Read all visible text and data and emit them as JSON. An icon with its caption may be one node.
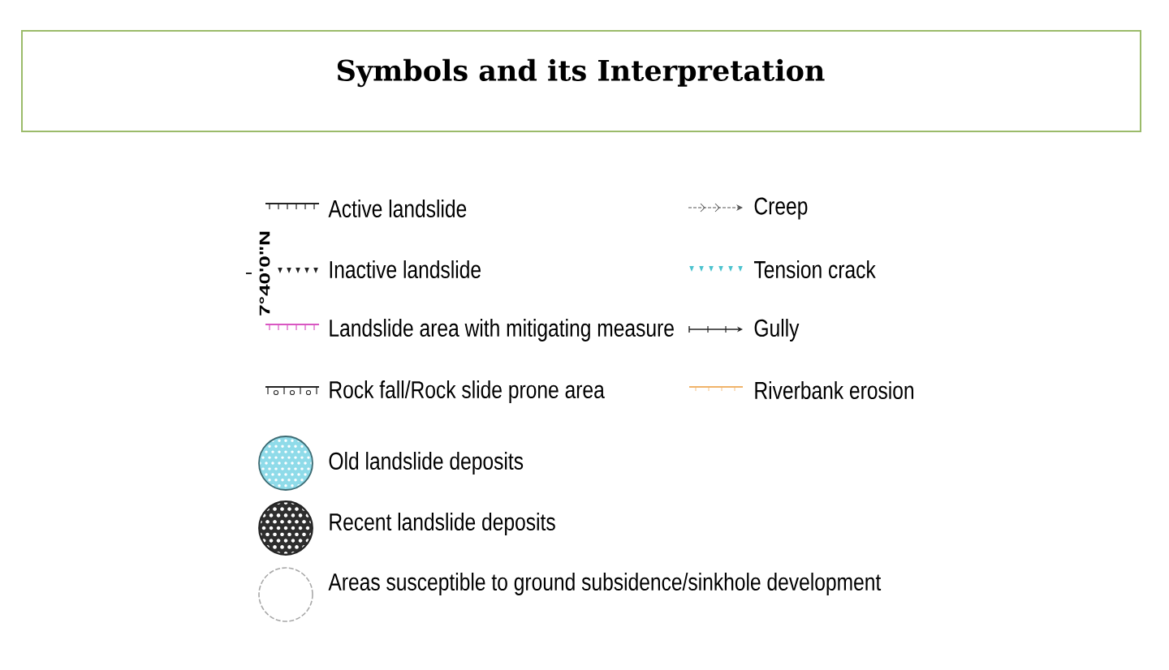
{
  "diagram": {
    "title": "Symbols and its Interpretation",
    "labels": [
      "7°40'0\"N"
    ],
    "legend": [
      {
        "text": "Active landslide"
      },
      {
        "text": "Inactive landslide"
      },
      {
        "text": "Landslide area with mitigating measure"
      },
      {
        "text": "Rock fall/Rock slide prone area"
      },
      {
        "text": "Old landslide deposits"
      },
      {
        "text": "Recent landslide deposits"
      },
      {
        "text": "Areas susceptible to ground subsidence/sinkhole development"
      },
      {
        "text": "Creep"
      },
      {
        "text": "Tension crack"
      },
      {
        "text": "Gully"
      },
      {
        "text": "Riverbank erosion"
      }
    ]
  }
}
